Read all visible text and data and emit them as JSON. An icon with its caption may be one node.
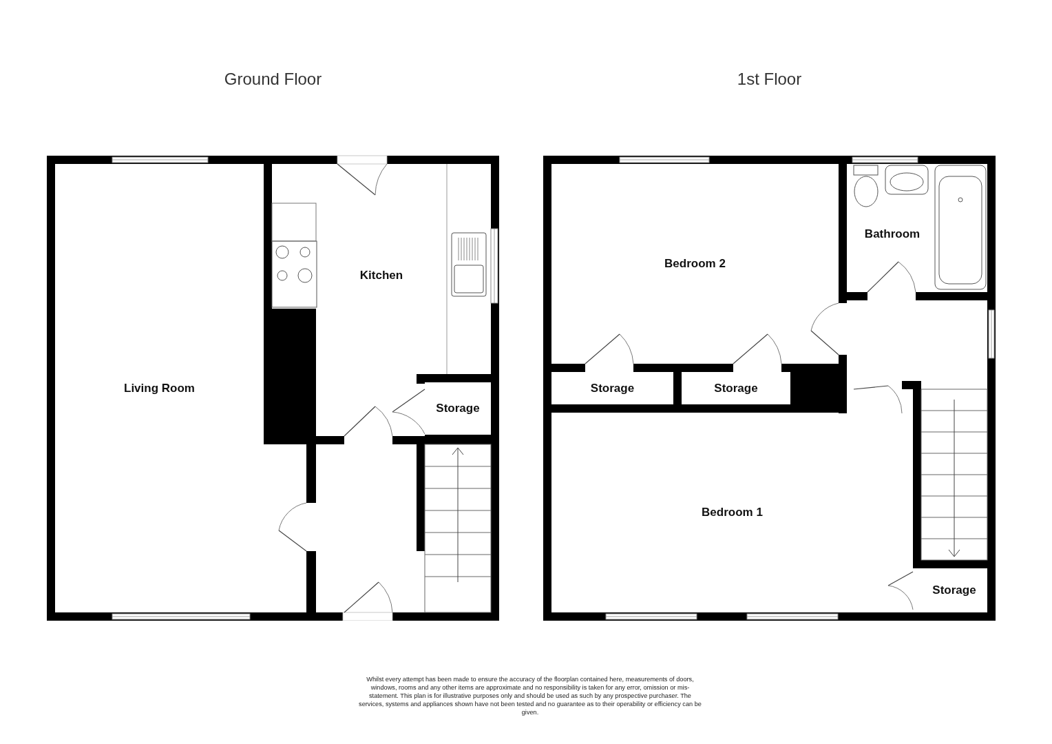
{
  "diagram": {
    "nodes": [
      {
        "text": [
          "Ground Floor"
        ]
      },
      {
        "text": [
          "Living Room"
        ],
        "in": 0
      },
      {
        "text": [
          "Kitchen"
        ],
        "in": 0
      },
      {
        "text": [
          "Storage"
        ],
        "in": 0
      },
      {
        "text": [
          "1st Floor"
        ]
      },
      {
        "text": [
          "Bedroom 2"
        ],
        "in": 4
      },
      {
        "text": [
          "Bathroom"
        ],
        "in": 4
      },
      {
        "text": [
          "Storage"
        ],
        "in": 4
      },
      {
        "text": [
          "Storage"
        ],
        "in": 4
      },
      {
        "text": [
          "Bedroom 1"
        ],
        "in": 4
      },
      {
        "text": [
          "Storage"
        ],
        "in": 4
      }
    ],
    "edges": [],
    "labels": [
      "Whilst every attempt has been made to ensure the accuracy of the floorplan contained here, measurements of doors, windows, rooms and any other items are approximate and no responsibility is taken for any error, omission or mis-statement. This plan is for illustrative purposes only and should be used as such by any prospective purchaser. The services, systems and appliances shown have not been tested and no guarantee as to their operability or efficiency can be given."
    ]
  }
}
